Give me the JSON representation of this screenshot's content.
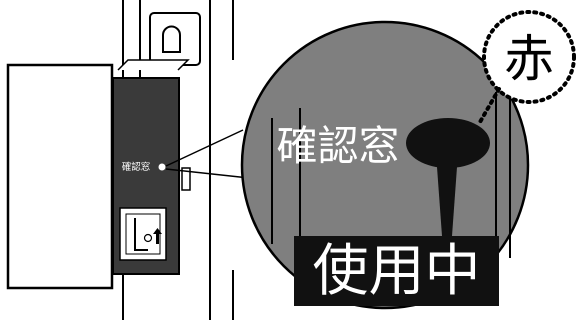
{
  "panel": {
    "label": "確認窓"
  },
  "callout": {
    "label": "確認窓",
    "status_text": "使用中",
    "color_note": "赤"
  },
  "colors": {
    "magnifier_fill": "#7f7f7f",
    "panel_fill": "#3a3a3a",
    "window_indicator": "#111111",
    "status_bg": "#111111",
    "status_text": "#ffffff"
  }
}
